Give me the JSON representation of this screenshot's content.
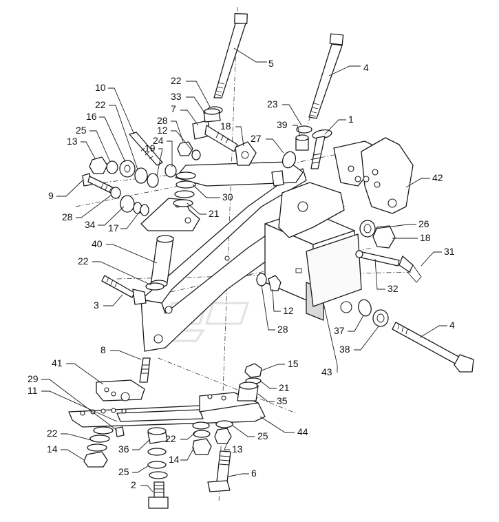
{
  "diagram": {
    "callouts": [
      {
        "id": "c5",
        "label": "5"
      },
      {
        "id": "c4a",
        "label": "4"
      },
      {
        "id": "c22a",
        "label": "22"
      },
      {
        "id": "c33",
        "label": "33"
      },
      {
        "id": "c7",
        "label": "7"
      },
      {
        "id": "c18a",
        "label": "18"
      },
      {
        "id": "c23",
        "label": "23"
      },
      {
        "id": "c1",
        "label": "1"
      },
      {
        "id": "c39",
        "label": "39"
      },
      {
        "id": "c27",
        "label": "27"
      },
      {
        "id": "c10",
        "label": "10"
      },
      {
        "id": "c22b",
        "label": "22"
      },
      {
        "id": "c16",
        "label": "16"
      },
      {
        "id": "c25a",
        "label": "25"
      },
      {
        "id": "c13a",
        "label": "13"
      },
      {
        "id": "c28a",
        "label": "28"
      },
      {
        "id": "c12a",
        "label": "12"
      },
      {
        "id": "c24",
        "label": "24"
      },
      {
        "id": "c19",
        "label": "19"
      },
      {
        "id": "c9",
        "label": "9"
      },
      {
        "id": "c28b",
        "label": "28"
      },
      {
        "id": "c34",
        "label": "34"
      },
      {
        "id": "c17",
        "label": "17"
      },
      {
        "id": "c30",
        "label": "30"
      },
      {
        "id": "c21a",
        "label": "21"
      },
      {
        "id": "c42",
        "label": "42"
      },
      {
        "id": "c26",
        "label": "26"
      },
      {
        "id": "c18b",
        "label": "18"
      },
      {
        "id": "c31",
        "label": "31"
      },
      {
        "id": "c32",
        "label": "32"
      },
      {
        "id": "c40",
        "label": "40"
      },
      {
        "id": "c22c",
        "label": "22"
      },
      {
        "id": "c3",
        "label": "3"
      },
      {
        "id": "c12b",
        "label": "12"
      },
      {
        "id": "c28c",
        "label": "28"
      },
      {
        "id": "c37",
        "label": "37"
      },
      {
        "id": "c38",
        "label": "38"
      },
      {
        "id": "c4b",
        "label": "4"
      },
      {
        "id": "c43",
        "label": "43"
      },
      {
        "id": "c8",
        "label": "8"
      },
      {
        "id": "c41",
        "label": "41"
      },
      {
        "id": "c15",
        "label": "15"
      },
      {
        "id": "c21b",
        "label": "21"
      },
      {
        "id": "c35",
        "label": "35"
      },
      {
        "id": "c29",
        "label": "29"
      },
      {
        "id": "c11",
        "label": "11"
      },
      {
        "id": "c44",
        "label": "44"
      },
      {
        "id": "c22d",
        "label": "22"
      },
      {
        "id": "c36",
        "label": "36"
      },
      {
        "id": "c22e",
        "label": "22"
      },
      {
        "id": "c25b",
        "label": "25"
      },
      {
        "id": "c14a",
        "label": "14"
      },
      {
        "id": "c14b",
        "label": "14"
      },
      {
        "id": "c13b",
        "label": "13"
      },
      {
        "id": "c25c",
        "label": "25"
      },
      {
        "id": "c6",
        "label": "6"
      },
      {
        "id": "c2",
        "label": "2"
      }
    ]
  }
}
